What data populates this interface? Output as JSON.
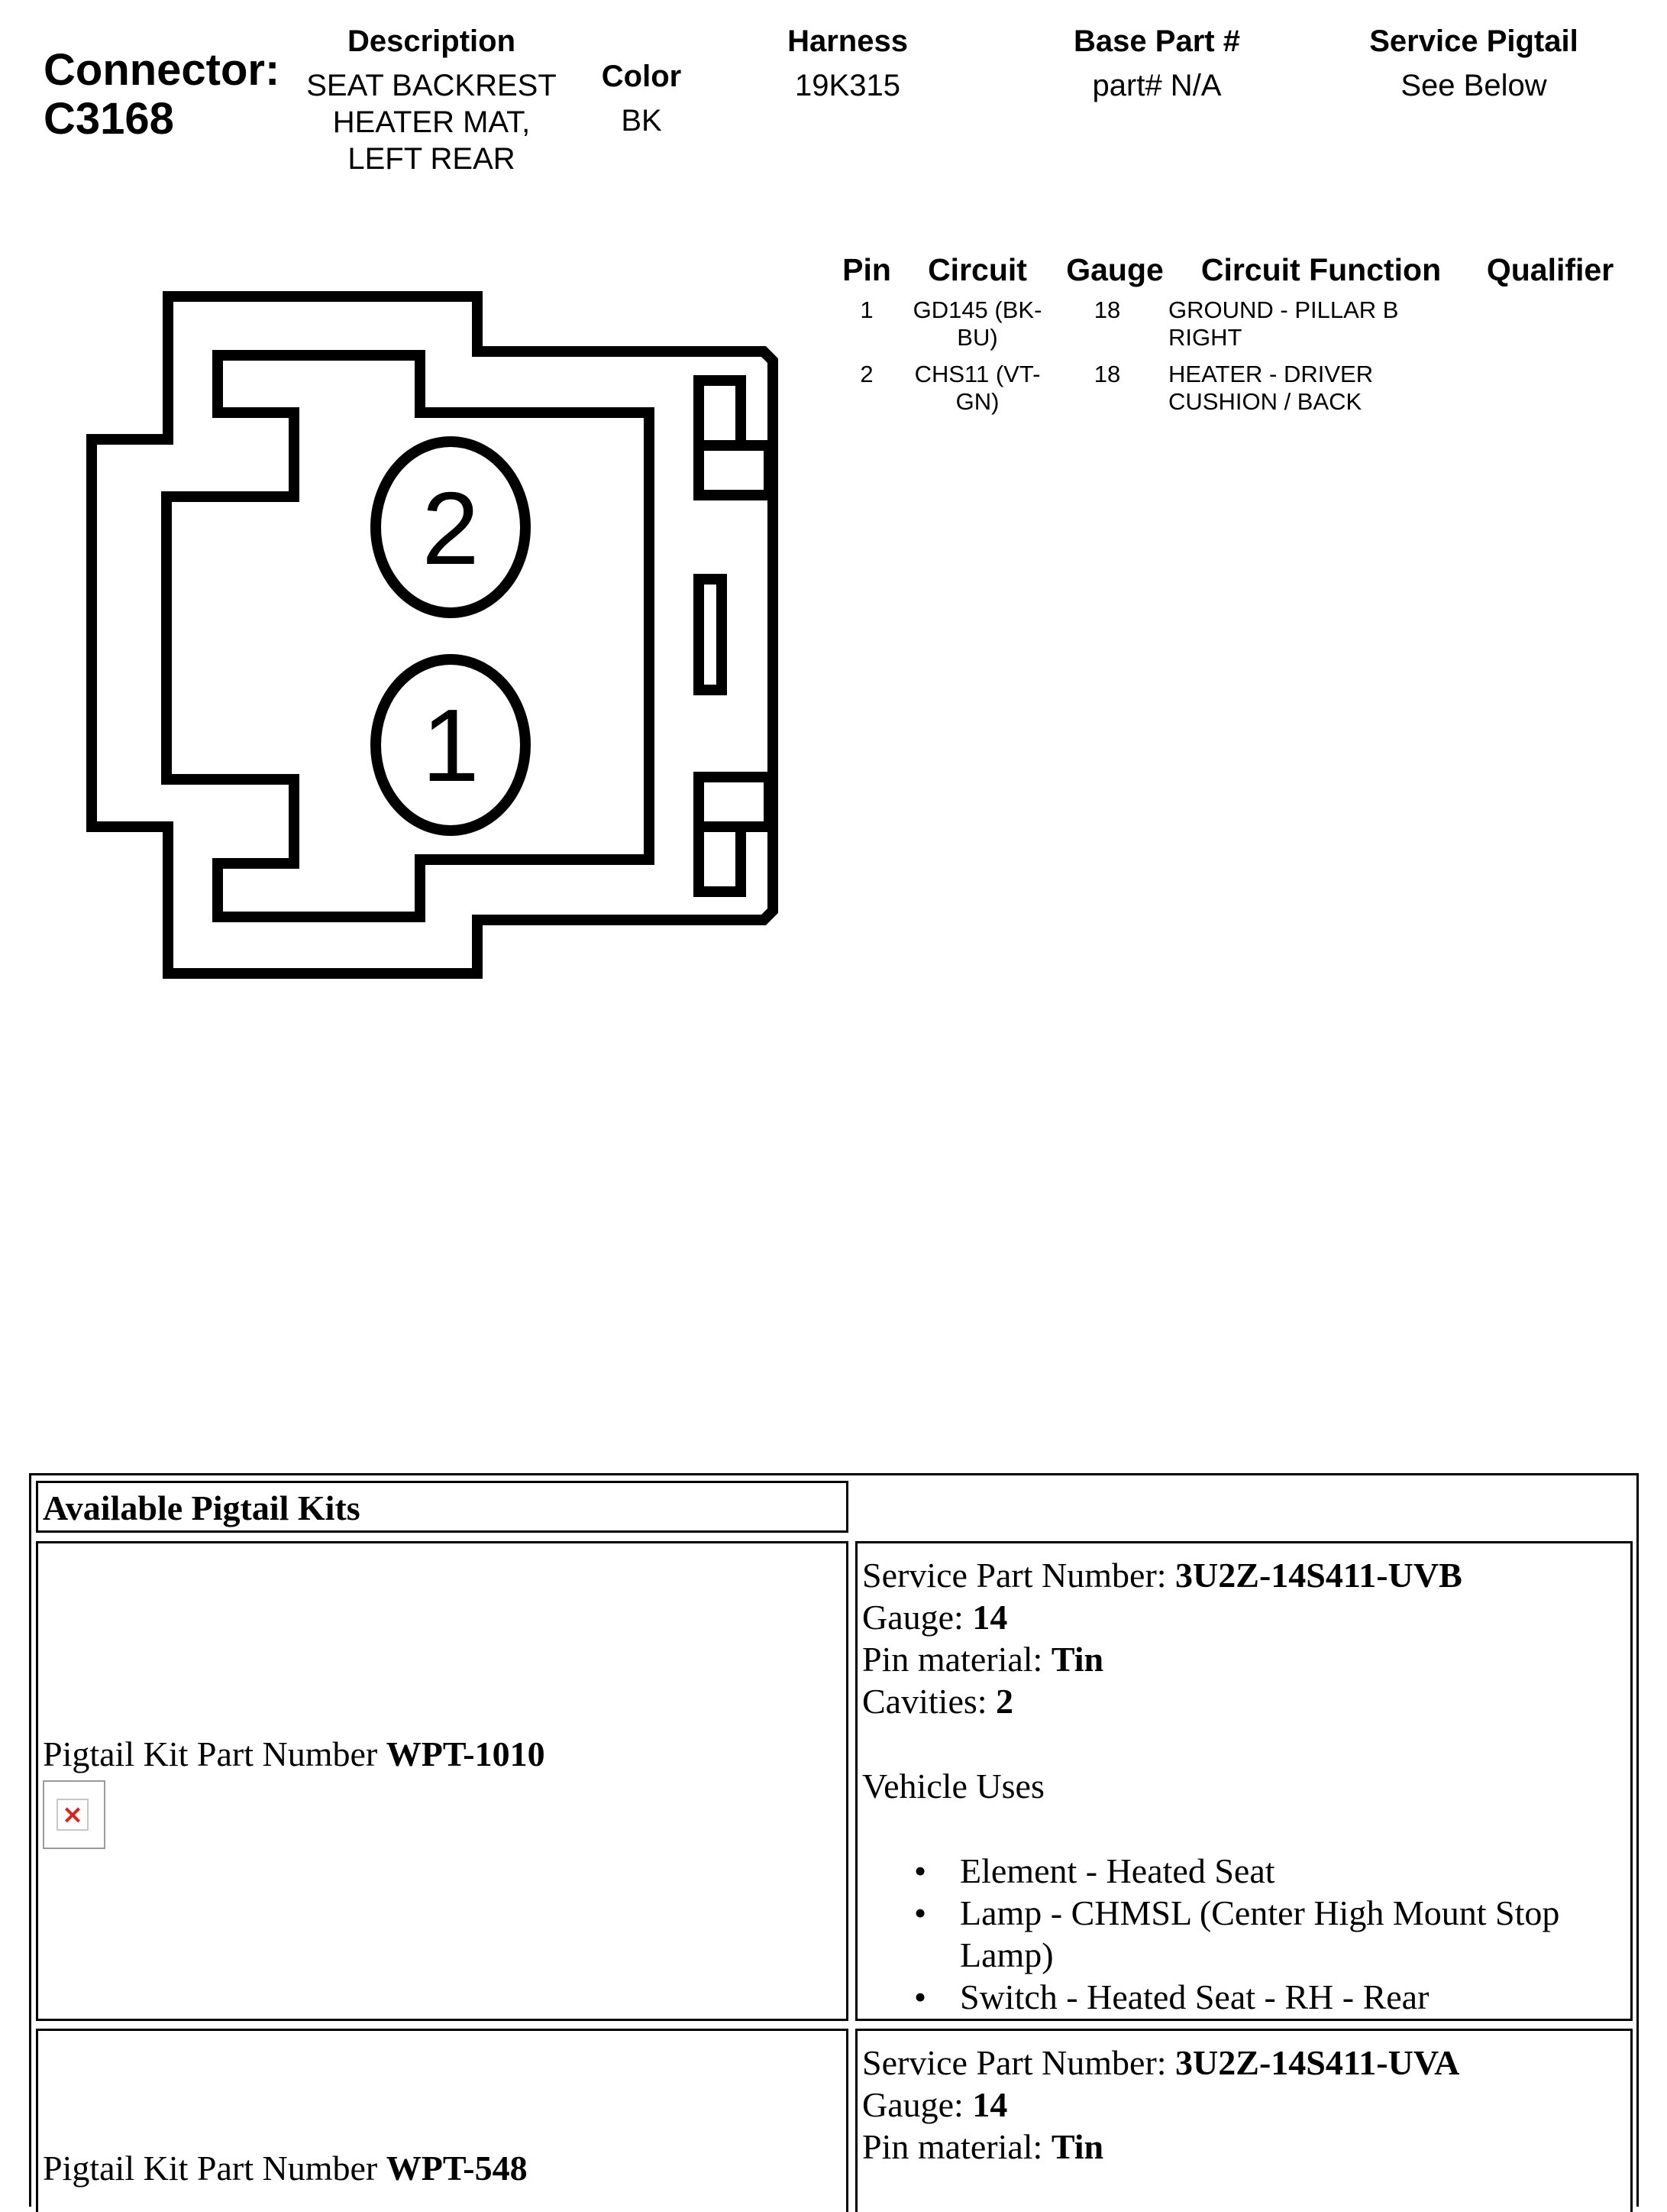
{
  "header": {
    "connector_label": "Connector:",
    "connector_id": "C3168",
    "description_label": "Description",
    "description_lines": [
      "SEAT BACKREST",
      "HEATER MAT,",
      "LEFT REAR"
    ],
    "color_label": "Color",
    "color_value": "BK",
    "harness_label": "Harness",
    "harness_value": "19K315",
    "base_part_label": "Base Part #",
    "base_part_value": "part# N/A",
    "pigtail_label": "Service Pigtail",
    "pigtail_value": "See Below"
  },
  "diagram": {
    "pin_labels": [
      "2",
      "1"
    ]
  },
  "pin_table": {
    "headers": [
      "Pin",
      "Circuit",
      "Gauge",
      "Circuit Function",
      "Qualifier"
    ],
    "rows": [
      {
        "pin": "1",
        "circuit_lines": [
          "GD145 (BK-",
          "BU)"
        ],
        "gauge": "18",
        "function_lines": [
          "GROUND - PILLAR B",
          "RIGHT"
        ],
        "qualifier": ""
      },
      {
        "pin": "2",
        "circuit_lines": [
          "CHS11 (VT-",
          "GN)"
        ],
        "gauge": "18",
        "function_lines": [
          "HEATER - DRIVER",
          "CUSHION / BACK"
        ],
        "qualifier": ""
      }
    ]
  },
  "kits": {
    "title": "Available Pigtail Kits",
    "kit_label": "Pigtail Kit Part Number",
    "items": [
      {
        "kit_number": "WPT-1010",
        "spn_label": "Service Part Number:",
        "spn_value": "3U2Z-14S411-UVB",
        "gauge_label": "Gauge:",
        "gauge_value": "14",
        "pin_material_label": "Pin material:",
        "pin_material_value": "Tin",
        "cavities_label": "Cavities:",
        "cavities_value": "2",
        "uses_label": "Vehicle Uses",
        "uses": [
          "Element - Heated Seat",
          "Lamp - CHMSL (Center High Mount Stop",
          "Lamp)",
          "Switch - Heated Seat - RH - Rear"
        ]
      },
      {
        "kit_number": "WPT-548",
        "spn_label": "Service Part Number:",
        "spn_value": "3U2Z-14S411-UVA",
        "gauge_label": "Gauge:",
        "gauge_value": "14",
        "pin_material_label": "Pin material:",
        "pin_material_value": "Tin"
      }
    ]
  },
  "icons": {
    "broken_image": "broken-image-icon"
  }
}
